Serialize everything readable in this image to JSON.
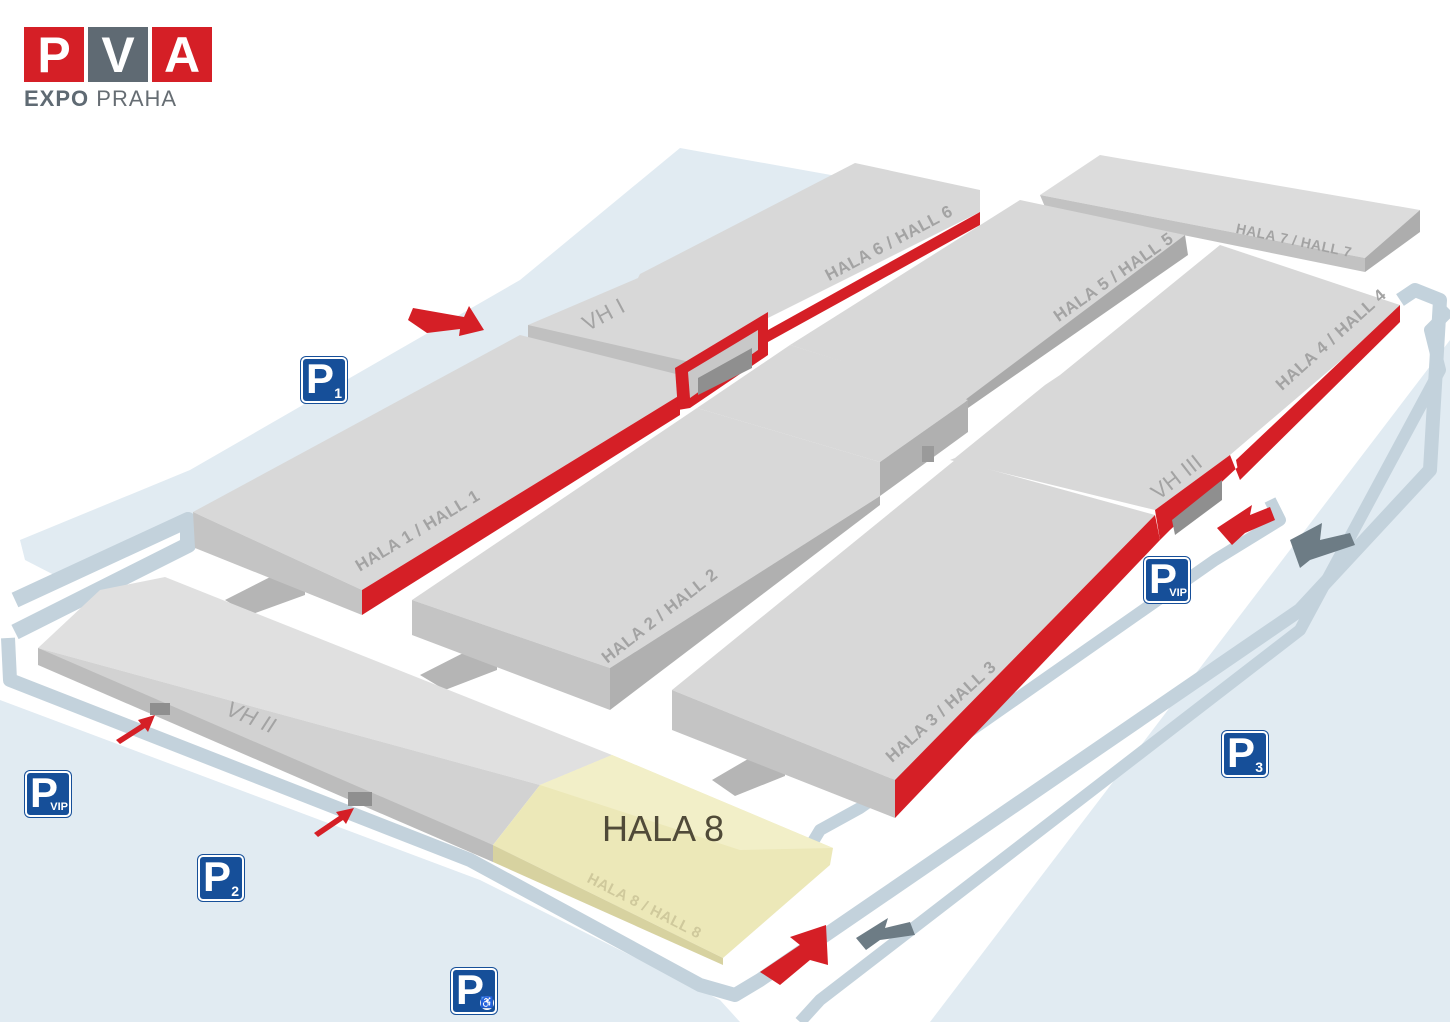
{
  "logo": {
    "letters": [
      "P",
      "V",
      "A"
    ],
    "line1": "EXPO",
    "line2": "PRAHA"
  },
  "halls": {
    "hall1": "HALA 1 / HALL 1",
    "hall2": "HALA 2 / HALL 2",
    "hall3": "HALA 3 / HALL 3",
    "hall4": "HALA 4 / HALL 4",
    "hall5": "HALA 5 / HALL 5",
    "hall6": "HALA 6 / HALL 6",
    "hall7": "HALA 7 / HALL 7",
    "hall8": "HALA 8 / HALL 8",
    "vh1": "VH I",
    "vh2": "VH II",
    "vh3": "VH III",
    "highlight": "HALA 8"
  },
  "parking": {
    "p1": {
      "letter": "P",
      "sub": "1"
    },
    "p2": {
      "letter": "P",
      "sub": "2"
    },
    "p3": {
      "letter": "P",
      "sub": "3"
    },
    "vip_left": {
      "letter": "P",
      "sub": "VIP"
    },
    "vip_right": {
      "letter": "P",
      "sub": "VIP"
    },
    "disabled": {
      "letter": "P",
      "icon": "wheelchair-icon",
      "glyph": "♿"
    }
  },
  "colors": {
    "accent_red": "#d51f26",
    "logo_grey": "#5f6a73",
    "parking_blue": "#164f99",
    "highlight_hall": "#ece8b8",
    "road": "#c3d2dc",
    "ground": "#e1ebf2",
    "building_top": "#d8d8d8"
  }
}
